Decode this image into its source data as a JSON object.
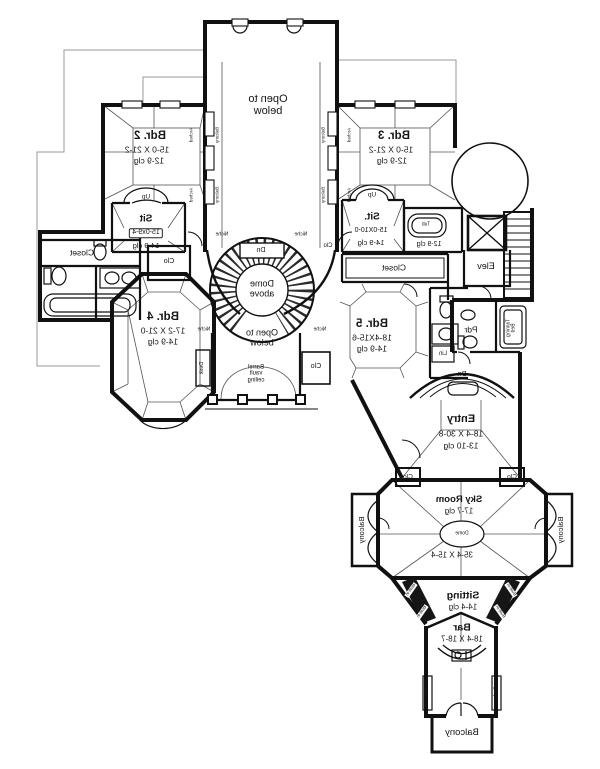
{
  "rooms": {
    "tower": {
      "label": "Open to\nbelow"
    },
    "bdr2": {
      "name": "Bdr. 2",
      "dims": "15-0 X 21-2",
      "clg": "12-9 clg"
    },
    "sit_left": {
      "name": "Sit",
      "dims": "15-0x9-4",
      "clg": "14-9 clg",
      "up": "Up"
    },
    "closet_left": {
      "name": "Closet"
    },
    "bdr4": {
      "name": "Bdr. 4",
      "dims": "17-2 X 21-0",
      "clg": "14-9 clg"
    },
    "bdr3": {
      "name": "Bdr. 3",
      "dims": "15-0 X 21-2",
      "clg": "12-9 clg"
    },
    "sit_right": {
      "name": "Sit.",
      "dims": "15-0X10-0",
      "clg": "14-9 clg",
      "up": "Up"
    },
    "bath_right": {
      "tub": "Tub",
      "clg": "12-9 clg"
    },
    "closet_right": {
      "name": "Closet"
    },
    "bdr5": {
      "name": "Bdr. 5",
      "dims": "18-4X15-6",
      "clg": "14-9 clg"
    },
    "rotunda": {
      "dn": "Dn",
      "dome": "Dome\nabove",
      "open": "Open to\nbelow",
      "barrel": "Barrel\nvault\nceiling"
    },
    "elev": {
      "name": "Elev"
    },
    "pdr": {
      "name": "Pdr",
      "tanning": "Tanning\nBed"
    },
    "entry": {
      "name": "Entry",
      "dims": "18-4 X 30-8",
      "clg": "13-10 clg",
      "dn": "Dn"
    },
    "sky": {
      "name": "Sky Room",
      "clg": "17-7 clg",
      "dims": "35-4 X 15-4",
      "dome": "Dome"
    },
    "sitting": {
      "name": "Sitting",
      "clg": "14-4 clg"
    },
    "bar": {
      "name": "Bar",
      "dims": "18-4 X 18-7"
    },
    "balcony": {
      "label": "Balcony"
    }
  },
  "tags": {
    "clo": "Clo",
    "niche": "Niche",
    "lin": "Lin",
    "desk": "Desk",
    "built_in": "Built-in",
    "books": "Books",
    "arched": "Arched",
    "balcony": "Balcony"
  },
  "colors": {
    "line": "#111111",
    "roof": "#9a9a9a",
    "paper": "#ffffff"
  }
}
